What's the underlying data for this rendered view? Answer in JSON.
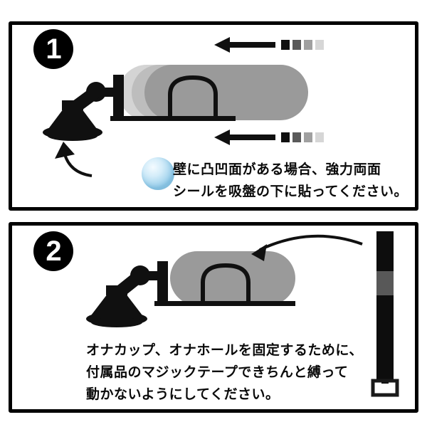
{
  "panel1": {
    "step_number": "1",
    "caption_lines": [
      "壁に凸凹面がある場合、強力両面",
      "シールを吸盤の下に貼ってください。"
    ],
    "icons": [
      "suction-cup-mount-illustration",
      "ghost-motion-trail",
      "slide-arrow-top",
      "slide-arrow-bottom",
      "double-sided-seal-sphere-icon",
      "pointer-arrow-icon"
    ]
  },
  "panel2": {
    "step_number": "2",
    "caption_lines": [
      "オナカップ、オナホールを固定するために、",
      "付属品のマジックテープできちんと縛って",
      "動かないようにしてください。"
    ],
    "icons": [
      "suction-cup-mount-illustration",
      "curved-pointer-arrow-icon",
      "velcro-strap-icon"
    ]
  },
  "colors": {
    "outline": "#000000",
    "cup_gray": "#9a9a9a",
    "ghost_gray_near": "#bdbdbd",
    "ghost_gray_far": "#d4d4d4",
    "seal_sphere_blue": "#a6d8f2",
    "strap_black": "#0d0d0d",
    "strap_velcro_gray": "#585858"
  }
}
